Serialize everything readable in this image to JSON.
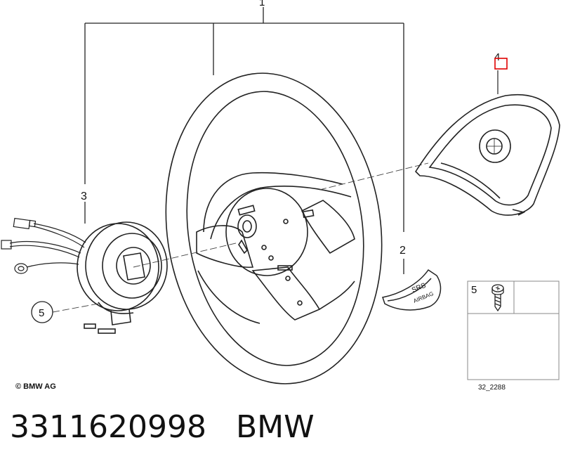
{
  "labels": {
    "assembly": "1",
    "steering_wheel_group": "1",
    "trim_cover": "2",
    "slip_ring": "3",
    "airbag_module": "4",
    "screw_callout": "5",
    "screw_inset": "5"
  },
  "trim_text": {
    "line1": "SRS",
    "line2": "AIRBAG"
  },
  "copyright": "© BMW AG",
  "drawing_number": "32_2288",
  "caption": {
    "part_number": "3311620998",
    "brand": "BMW"
  },
  "colors": {
    "line": "#222222",
    "highlight": "#e00000",
    "inset_border": "#888888"
  }
}
